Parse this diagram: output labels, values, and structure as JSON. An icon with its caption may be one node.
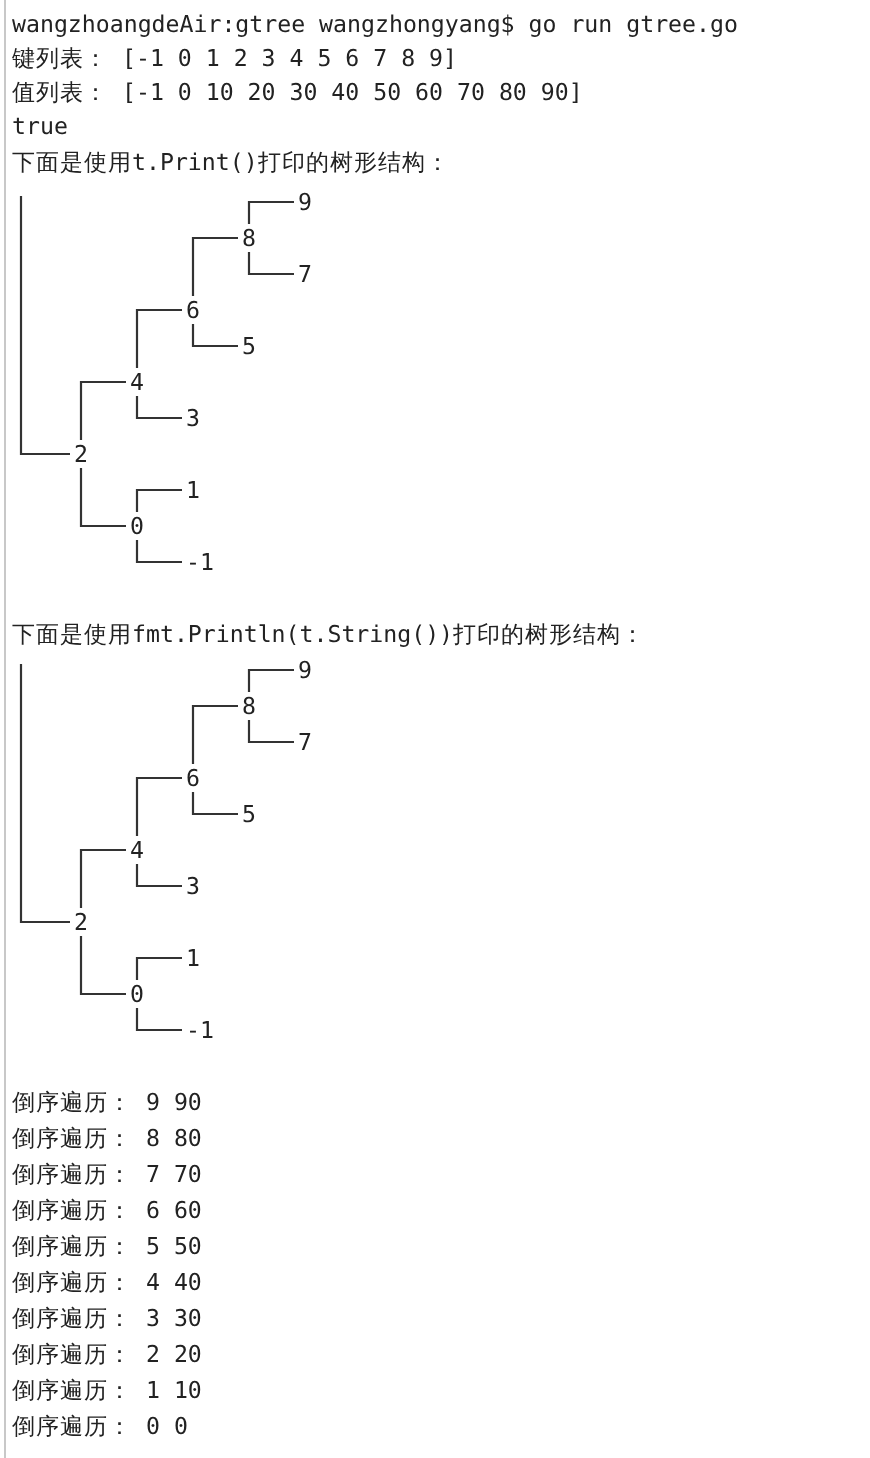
{
  "diagram": {
    "nodes": [
      {
        "text": [
          "9"
        ]
      },
      {
        "text": [
          "8"
        ]
      },
      {
        "text": [
          "7"
        ]
      },
      {
        "text": [
          "6"
        ]
      },
      {
        "text": [
          "5"
        ]
      },
      {
        "text": [
          "4"
        ]
      },
      {
        "text": [
          "3"
        ]
      },
      {
        "text": [
          "2"
        ]
      },
      {
        "text": [
          "1"
        ]
      },
      {
        "text": [
          "0"
        ]
      },
      {
        "text": [
          "-1"
        ]
      },
      {
        "text": [
          "9"
        ]
      },
      {
        "text": [
          "8"
        ]
      },
      {
        "text": [
          "7"
        ]
      },
      {
        "text": [
          "6"
        ]
      },
      {
        "text": [
          "5"
        ]
      },
      {
        "text": [
          "4"
        ]
      },
      {
        "text": [
          "3"
        ]
      },
      {
        "text": [
          "2"
        ]
      },
      {
        "text": [
          "1"
        ]
      },
      {
        "text": [
          "0"
        ]
      },
      {
        "text": [
          "-1"
        ]
      }
    ],
    "edges": [
      {
        "from": null,
        "to": 7,
        "arrow": "none"
      },
      {
        "from": 7,
        "to": 5,
        "arrow": "none"
      },
      {
        "from": 7,
        "to": 9,
        "arrow": "none"
      },
      {
        "from": 5,
        "to": 3,
        "arrow": "none"
      },
      {
        "from": 5,
        "to": 6,
        "arrow": "none"
      },
      {
        "from": 3,
        "to": 1,
        "arrow": "none"
      },
      {
        "from": 3,
        "to": 4,
        "arrow": "none"
      },
      {
        "from": 1,
        "to": 0,
        "arrow": "none"
      },
      {
        "from": 1,
        "to": 2,
        "arrow": "none"
      },
      {
        "from": 9,
        "to": 8,
        "arrow": "none"
      },
      {
        "from": 9,
        "to": 10,
        "arrow": "none"
      },
      {
        "from": null,
        "to": 18,
        "arrow": "none"
      },
      {
        "from": 18,
        "to": 16,
        "arrow": "none"
      },
      {
        "from": 18,
        "to": 20,
        "arrow": "none"
      },
      {
        "from": 16,
        "to": 14,
        "arrow": "none"
      },
      {
        "from": 16,
        "to": 17,
        "arrow": "none"
      },
      {
        "from": 14,
        "to": 12,
        "arrow": "none"
      },
      {
        "from": 14,
        "to": 15,
        "arrow": "none"
      },
      {
        "from": 12,
        "to": 11,
        "arrow": "none"
      },
      {
        "from": 12,
        "to": 13,
        "arrow": "none"
      },
      {
        "from": 20,
        "to": 19,
        "arrow": "none"
      },
      {
        "from": 20,
        "to": 21,
        "arrow": "none"
      }
    ],
    "labels": [
      "wangzhoangdeAir:gtree wangzhongyang$ go run gtree.go",
      "键列表： [-1 0 1 2 3 4 5 6 7 8 9]",
      "值列表： [-1 0 10 20 30 40 50 60 70 80 90]",
      "true",
      "下面是使用t.Print()打印的树形结构：",
      "下面是使用fmt.Println(t.String())打印的树形结构：",
      "倒序遍历： 9 90",
      "倒序遍历： 8 80",
      "倒序遍历： 7 70",
      "倒序遍历： 6 60",
      "倒序遍历： 5 50",
      "倒序遍历： 4 40",
      "倒序遍历： 3 30",
      "倒序遍历： 2 20",
      "倒序遍历： 1 10",
      "倒序遍历： 0 0"
    ]
  }
}
